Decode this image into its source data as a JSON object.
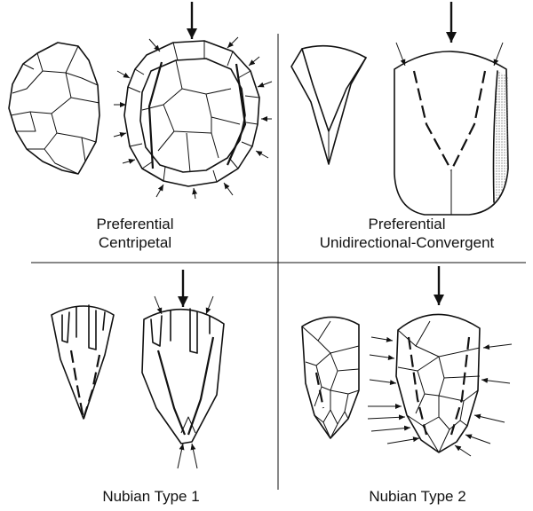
{
  "panels": [
    {
      "id": "preferential-centripetal",
      "caption_line1": "Preferential",
      "caption_line2": "Centripetal"
    },
    {
      "id": "preferential-unidirectional-convergent",
      "caption_line1": "Preferential",
      "caption_line2": "Unidirectional-Convergent"
    },
    {
      "id": "nubian-type-1",
      "caption_line1": "Nubian Type 1",
      "caption_line2": ""
    },
    {
      "id": "nubian-type-2",
      "caption_line1": "Nubian Type 2",
      "caption_line2": ""
    }
  ],
  "colors": {
    "line": "#111111",
    "background": "#ffffff",
    "shading": "#555555"
  },
  "icons": {
    "removal_arrow": "arrow-icon",
    "preferential_removal": "large-arrow-icon"
  }
}
